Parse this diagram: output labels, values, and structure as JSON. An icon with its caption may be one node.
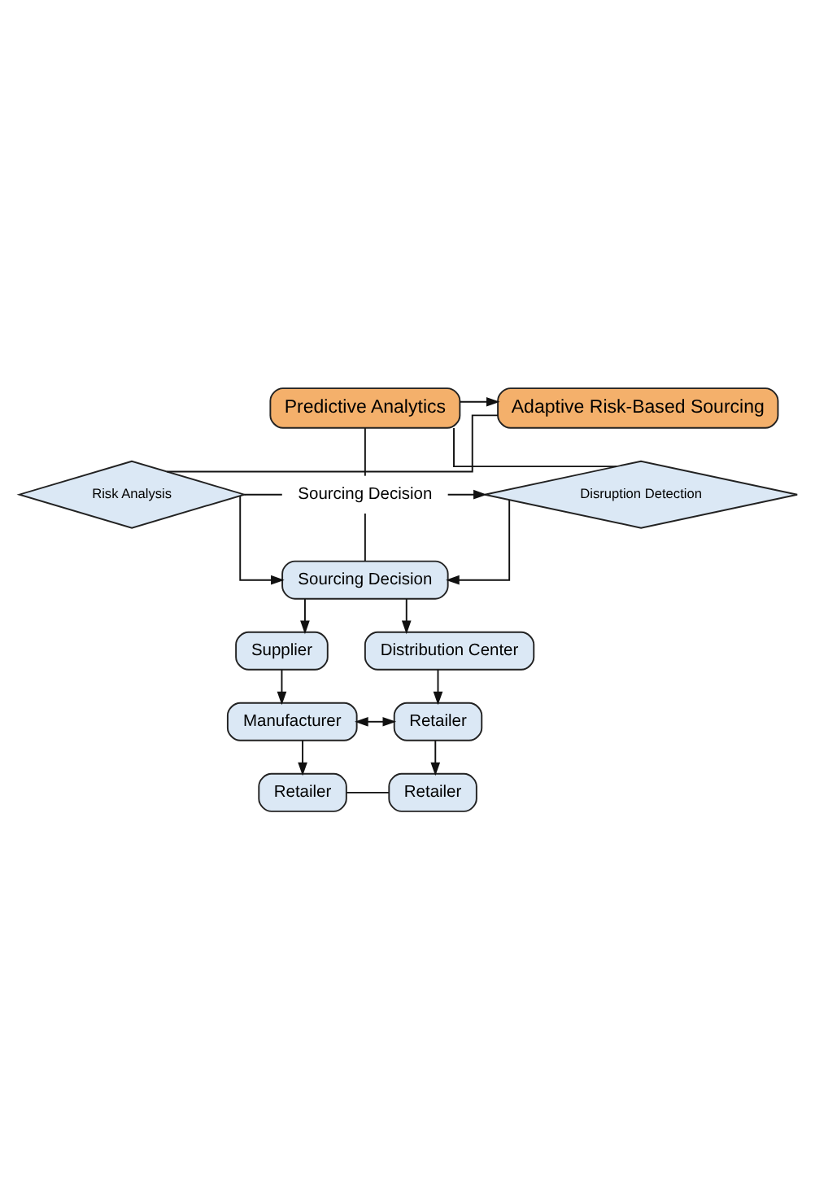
{
  "diagram": {
    "nodes": [
      {
        "text": [
          "Predictive Analytics"
        ]
      },
      {
        "text": [
          "Adaptive Risk-Based Sourcing"
        ]
      },
      {
        "text": [
          "Disruption Detection"
        ]
      },
      {
        "text": [
          "Sourcing Decision"
        ]
      },
      {
        "text": [
          "Risk Analysis"
        ]
      },
      {
        "text": [
          "Sourcing Decision"
        ]
      },
      {
        "text": [
          "Supplier"
        ]
      },
      {
        "text": [
          "Distribution Center"
        ]
      },
      {
        "text": [
          "Manufacturer"
        ]
      },
      {
        "text": [
          "Retailer"
        ]
      },
      {
        "text": [
          "Retailer"
        ]
      },
      {
        "text": [
          "Retailer"
        ]
      }
    ],
    "edges": [
      {
        "from": 0,
        "to": 1,
        "arrow": "to"
      },
      {
        "from": 0,
        "to": 3,
        "arrow": "none"
      },
      {
        "from": 0,
        "to": 2,
        "arrow": "none"
      },
      {
        "from": 1,
        "to": 4,
        "arrow": "none"
      },
      {
        "from": 3,
        "to": 2,
        "arrow": "to"
      },
      {
        "from": 4,
        "to": 3,
        "arrow": "none"
      },
      {
        "from": 3,
        "to": 5,
        "arrow": "none"
      },
      {
        "from": 2,
        "to": 5,
        "arrow": "to"
      },
      {
        "from": 4,
        "to": 5,
        "arrow": "to"
      },
      {
        "from": 5,
        "to": 6,
        "arrow": "to"
      },
      {
        "from": 5,
        "to": 7,
        "arrow": "to"
      },
      {
        "from": 6,
        "to": 8,
        "arrow": "to"
      },
      {
        "from": 7,
        "to": 9,
        "arrow": "to"
      },
      {
        "from": 8,
        "to": 9,
        "arrow": "both"
      },
      {
        "from": 8,
        "to": 10,
        "arrow": "to"
      },
      {
        "from": 9,
        "to": 11,
        "arrow": "to"
      },
      {
        "from": 10,
        "to": 11,
        "arrow": "none"
      }
    ]
  }
}
